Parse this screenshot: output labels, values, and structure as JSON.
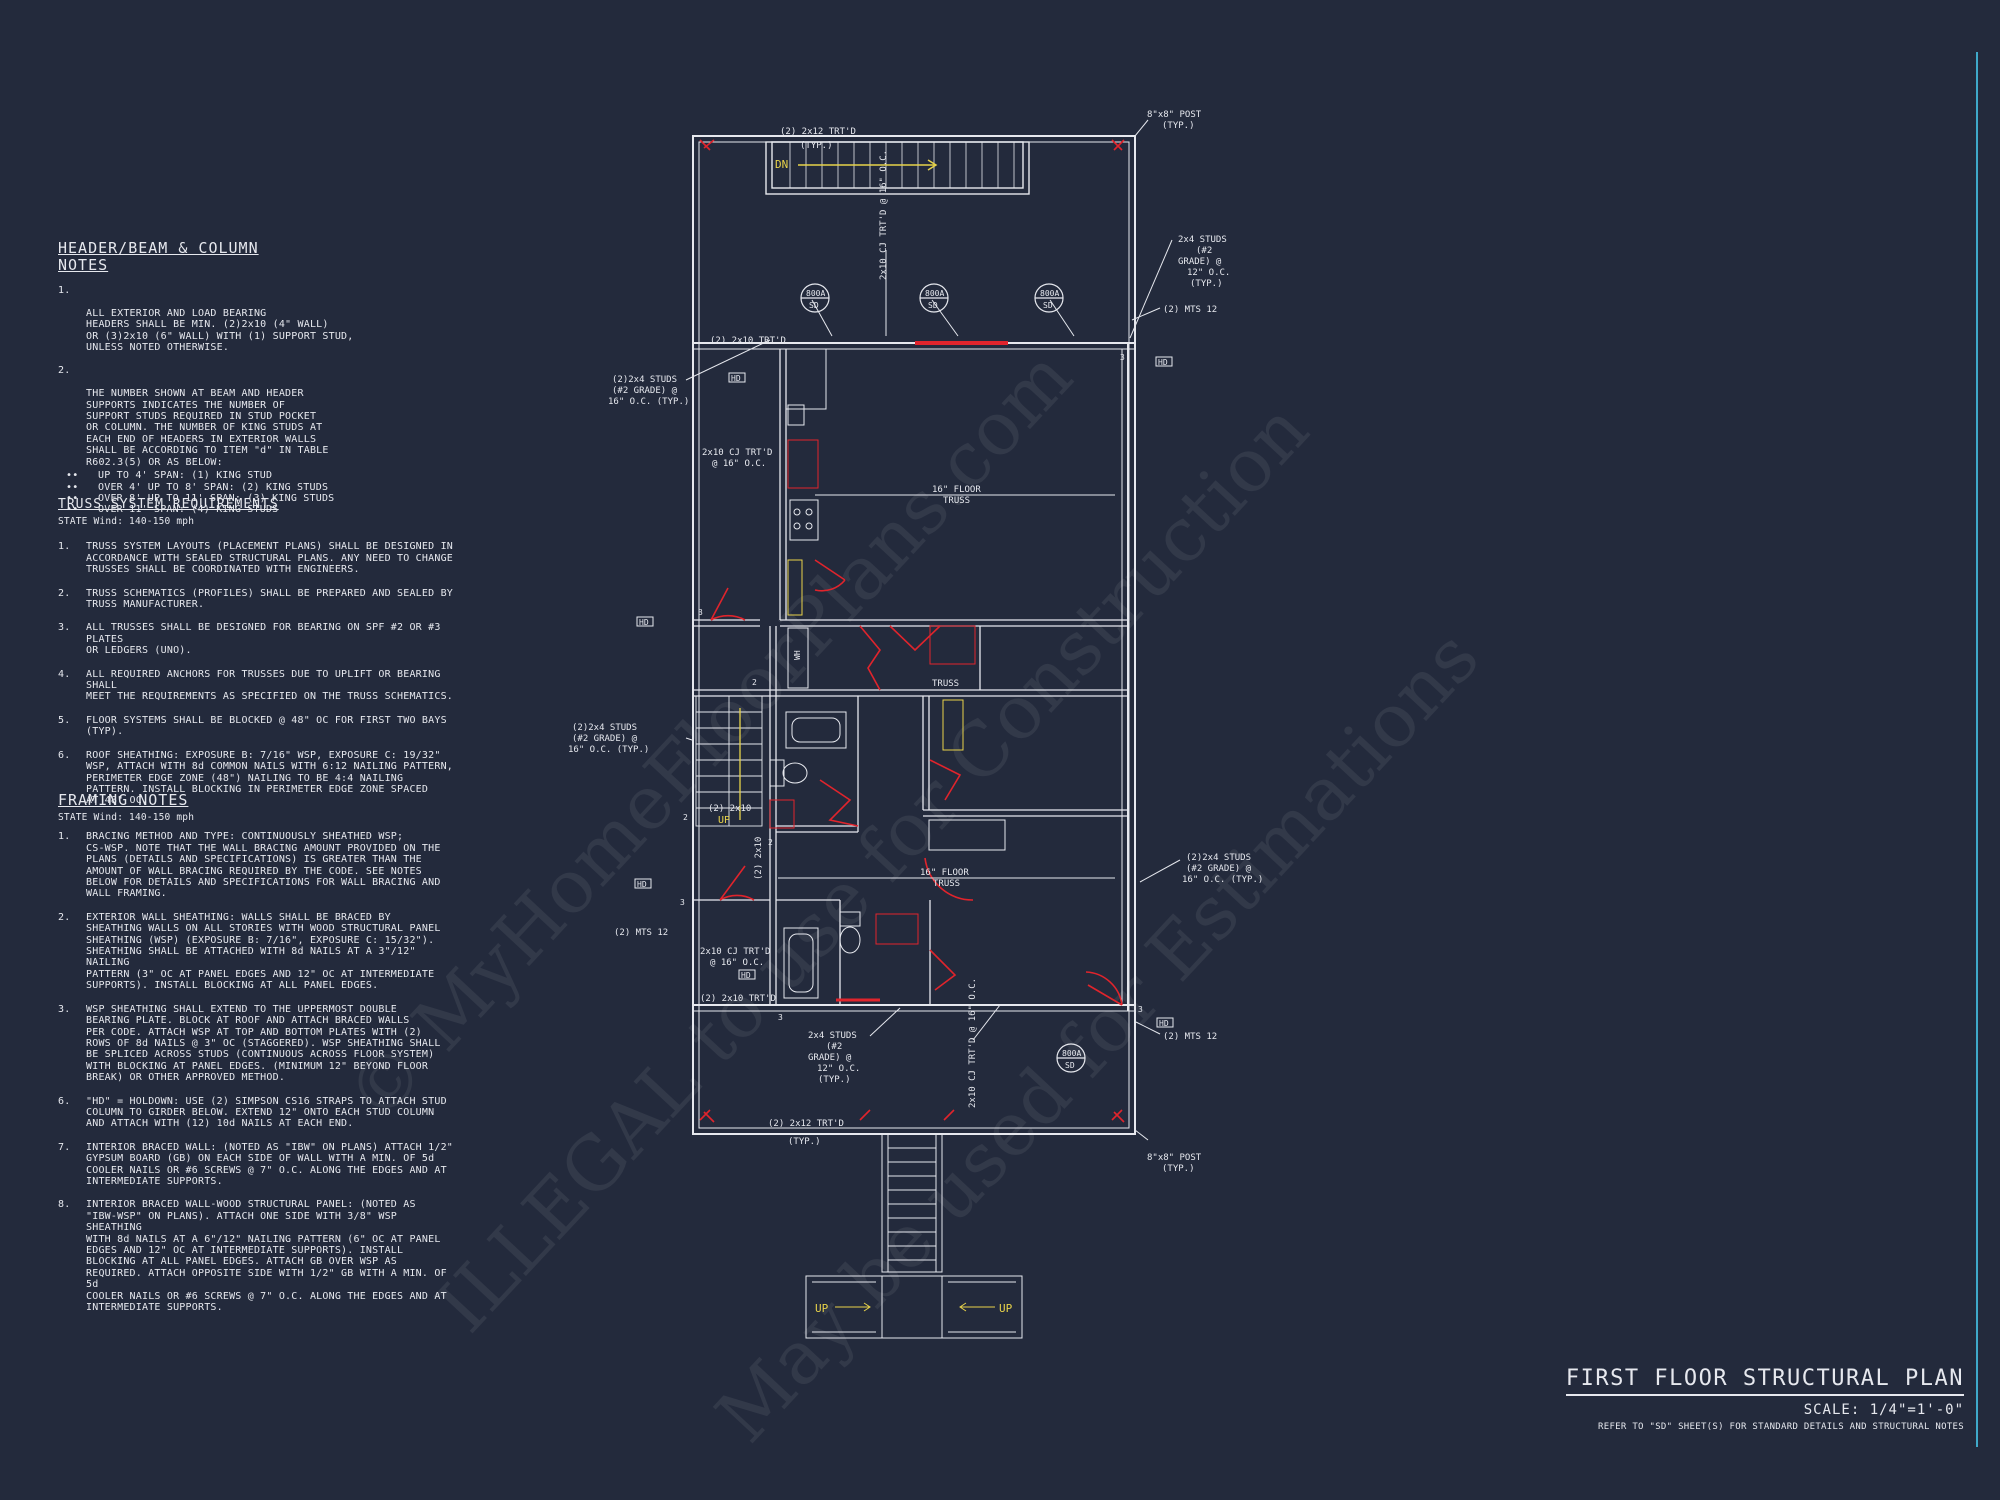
{
  "header_notes": {
    "title_line1": "HEADER/BEAM & COLUMN",
    "title_line2": "NOTES",
    "items": [
      {
        "num": "1.",
        "text": "ALL EXTERIOR AND LOAD BEARING\nHEADERS SHALL BE MIN. (2)2x10 (4\" WALL)\nOR (3)2x10 (6\" WALL) WITH (1) SUPPORT STUD,\nUNLESS NOTED OTHERWISE."
      },
      {
        "num": "2.",
        "text": "THE NUMBER SHOWN AT BEAM AND HEADER\nSUPPORTS INDICATES THE NUMBER OF\nSUPPORT STUDS REQUIRED IN STUD POCKET\nOR COLUMN. THE NUMBER OF KING STUDS AT\nEACH END OF HEADERS IN EXTERIOR WALLS\nSHALL BE ACCORDING TO ITEM \"d\" IN TABLE\nR602.3(5) OR AS BELOW:"
      }
    ],
    "bullets": [
      "UP TO 4' SPAN: (1) KING STUD",
      "OVER 4' UP TO 8' SPAN: (2) KING STUDS",
      "OVER 8' UP TO 11' SPAN: (3) KING STUDS",
      "OVER 11' SPAN: (4) KING STUDS"
    ]
  },
  "truss_notes": {
    "title": "TRUSS SYSTEM REQUIREMENTS",
    "subtitle": "STATE Wind: 140-150 mph",
    "items": [
      {
        "num": "1.",
        "text": "TRUSS SYSTEM LAYOUTS (PLACEMENT PLANS) SHALL BE DESIGNED IN\nACCORDANCE WITH SEALED STRUCTURAL PLANS. ANY NEED TO CHANGE\nTRUSSES SHALL BE COORDINATED WITH ENGINEERS."
      },
      {
        "num": "2.",
        "text": "TRUSS SCHEMATICS (PROFILES) SHALL BE PREPARED AND SEALED BY\nTRUSS MANUFACTURER."
      },
      {
        "num": "3.",
        "text": "ALL TRUSSES SHALL BE DESIGNED FOR BEARING ON SPF #2 OR #3 PLATES\nOR LEDGERS (UNO)."
      },
      {
        "num": "4.",
        "text": "ALL REQUIRED ANCHORS FOR TRUSSES DUE TO UPLIFT OR BEARING SHALL\nMEET THE REQUIREMENTS AS SPECIFIED ON THE TRUSS SCHEMATICS."
      },
      {
        "num": "5.",
        "text": "FLOOR SYSTEMS SHALL BE BLOCKED @ 48\" OC FOR FIRST TWO BAYS (TYP)."
      },
      {
        "num": "6.",
        "text": "ROOF SHEATHING: EXPOSURE B: 7/16\" WSP, EXPOSURE C: 19/32\"\nWSP, ATTACH WITH 8d COMMON NAILS WITH 6:12 NAILING PATTERN,\nPERIMETER EDGE ZONE (48\") NAILING TO BE 4:4 NAILING\nPATTERN. INSTALL BLOCKING IN PERIMETER EDGE ZONE SPACED\nAT 48\" OC."
      }
    ]
  },
  "framing_notes": {
    "title": "FRAMING NOTES",
    "subtitle": "STATE Wind: 140-150 mph",
    "items": [
      {
        "num": "1.",
        "text": "BRACING METHOD AND TYPE: CONTINUOUSLY SHEATHED WSP;\nCS-WSP. NOTE THAT THE WALL BRACING AMOUNT PROVIDED ON THE\nPLANS (DETAILS AND SPECIFICATIONS) IS GREATER THAN THE\nAMOUNT OF WALL BRACING REQUIRED BY THE CODE. SEE NOTES\nBELOW FOR DETAILS AND SPECIFICATIONS FOR WALL BRACING AND\nWALL FRAMING."
      },
      {
        "num": "2.",
        "text": "EXTERIOR WALL SHEATHING: WALLS SHALL BE BRACED BY\nSHEATHING WALLS ON ALL STORIES WITH WOOD STRUCTURAL PANEL\nSHEATHING (WSP) (EXPOSURE B: 7/16\", EXPOSURE C: 15/32\").\nSHEATHING SHALL BE ATTACHED WITH 8d NAILS AT A 3\"/12\" NAILING\nPATTERN (3\" OC AT PANEL EDGES AND 12\" OC AT INTERMEDIATE\nSUPPORTS). INSTALL BLOCKING AT ALL PANEL EDGES."
      },
      {
        "num": "3.",
        "text": "WSP SHEATHING SHALL EXTEND TO THE UPPERMOST DOUBLE\nBEARING PLATE. BLOCK AT ROOF AND ATTACH BRACED WALLS\nPER CODE. ATTACH WSP AT TOP AND BOTTOM PLATES WITH (2)\nROWS OF 8d NAILS @ 3\" OC (STAGGERED). WSP SHEATHING SHALL\nBE SPLICED ACROSS STUDS (CONTINUOUS ACROSS FLOOR SYSTEM)\nWITH BLOCKING AT PANEL EDGES. (MINIMUM 12\" BEYOND FLOOR\nBREAK) OR OTHER APPROVED METHOD."
      },
      {
        "num": "6.",
        "text": "\"HD\" = HOLDOWN: USE (2) SIMPSON CS16 STRAPS TO ATTACH STUD\nCOLUMN TO GIRDER BELOW. EXTEND 12\" ONTO EACH STUD COLUMN\nAND ATTACH WITH (12) 10d NAILS AT EACH END."
      },
      {
        "num": "7.",
        "text": "INTERIOR BRACED WALL: (NOTED AS \"IBW\" ON PLANS) ATTACH 1/2\"\nGYPSUM BOARD (GB) ON EACH SIDE OF WALL WITH A MIN. OF 5d\nCOOLER NAILS OR #6 SCREWS @ 7\" O.C. ALONG THE EDGES AND AT\nINTERMEDIATE SUPPORTS."
      },
      {
        "num": "8.",
        "text": "INTERIOR BRACED WALL-WOOD STRUCTURAL PANEL: (NOTED AS\n\"IBW-WSP\" ON PLANS). ATTACH ONE SIDE WITH 3/8\" WSP SHEATHING\nWITH 8d NAILS AT A 6\"/12\" NAILING PATTERN (6\" OC AT PANEL\nEDGES AND 12\" OC AT INTERMEDIATE SUPPORTS). INSTALL\nBLOCKING AT ALL PANEL EDGES. ATTACH GB OVER WSP AS\nREQUIRED. ATTACH OPPOSITE SIDE WITH 1/2\" GB WITH A MIN. OF 5d\nCOOLER NAILS OR #6 SCREWS @ 7\" O.C. ALONG THE EDGES AND AT\nINTERMEDIATE SUPPORTS."
      }
    ]
  },
  "plan_labels": {
    "post_top": "8\"x8\" POST",
    "post_bottom": "8\"x8\" POST",
    "typ": "(TYP.)",
    "trtd_top": "(2) 2x12 TRT'D",
    "trtd_bottom": "(2) 2x12 TRT'D",
    "trtd_mid": "(2) 2x10 TRT'D",
    "trtd_mid2": "(2) 2x10 TRT'D",
    "cj_vertical": "2x10 CJ TRT'D @ 16\" O.C.",
    "studs_right_top": [
      "2x4 STUDS",
      "(#2",
      "GRADE) @",
      "12\" O.C.",
      "(TYP.)"
    ],
    "studs_left_1": [
      "(2)2x4 STUDS",
      "(#2 GRADE) @",
      "16\" O.C. (TYP.)"
    ],
    "studs_left_2": [
      "(2)2x4 STUDS",
      "(#2 GRADE) @",
      "16\" O.C. (TYP.)"
    ],
    "studs_right_mid": [
      "(2)2x4 STUDS",
      "(#2 GRADE) @",
      "16\" O.C. (TYP.)"
    ],
    "studs_bottom": [
      "2x4 STUDS",
      "(#2",
      "GRADE) @",
      "12\" O.C.",
      "(TYP.)"
    ],
    "cj_1": [
      "2x10 CJ TRT'D",
      "@ 16\" O.C."
    ],
    "cj_2": [
      "2x10 CJ TRT'D",
      "@ 16\" O.C."
    ],
    "mts_1": "(2) MTS 12",
    "mts_2": "(2) MTS 12",
    "mts_3": "(2) MTS 12",
    "floor_truss_1": [
      "16\" FLOOR",
      "TRUSS"
    ],
    "floor_truss_2": [
      "16\" FLOOR",
      "TRUSS"
    ],
    "truss": "TRUSS",
    "hd": "HD",
    "dn": "DN",
    "up": "UP",
    "wh": "WH",
    "header_2x10": "(2) 2x10",
    "detail_num": "800A",
    "detail_sheet": "SD",
    "num_2": "2",
    "num_3": "3"
  },
  "title_block": {
    "title": "FIRST FLOOR STRUCTURAL PLAN",
    "scale": "SCALE: 1/4\"=1'-0\"",
    "ref": "REFER TO \"SD\" SHEET(S) FOR STANDARD DETAILS AND STRUCTURAL NOTES"
  },
  "watermark": {
    "line1": "© MyHomeFloorPlans.com",
    "line2": "ILLEGAL to use for Construction",
    "line3": "May be used for Estimations"
  },
  "colors": {
    "background": "#232a3c",
    "linework": "#e6e8ee",
    "red": "#e0242c",
    "yellow": "#e8d34a",
    "border_cyan": "#3fa9c9"
  }
}
